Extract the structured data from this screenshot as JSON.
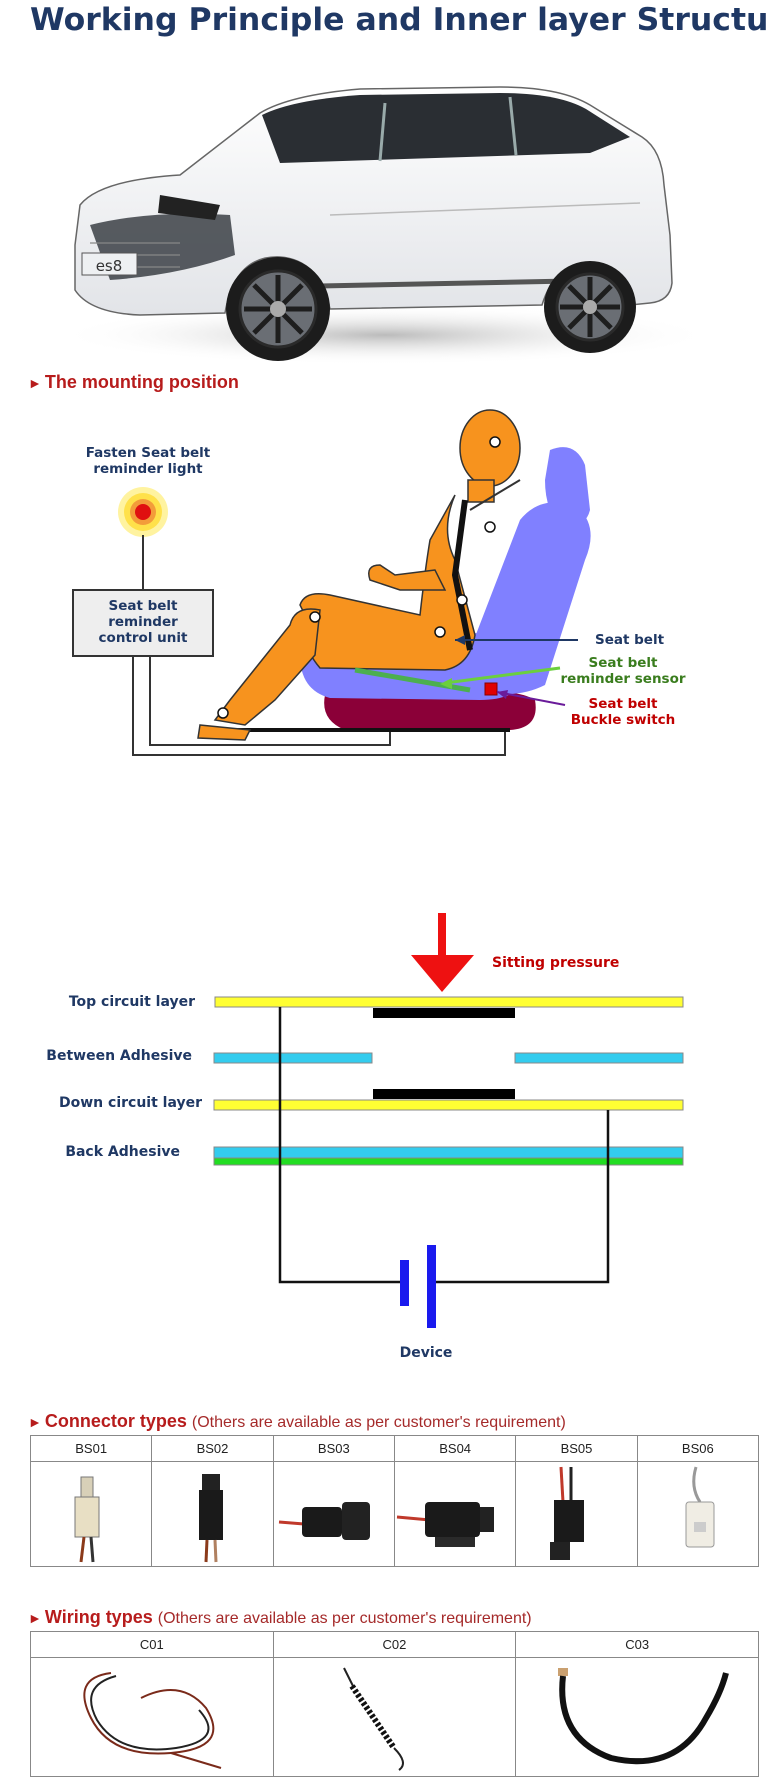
{
  "title": "Working Principle and Inner layer Structure",
  "car": {
    "plate": "es8"
  },
  "mounting": {
    "heading": "The mounting position",
    "light_label": [
      "Fasten Seat belt",
      "reminder  light"
    ],
    "control_unit_label": [
      "Seat belt",
      "reminder",
      "control unit"
    ],
    "seat_belt_label": "Seat belt",
    "sensor_label": [
      "Seat belt",
      "reminder sensor"
    ],
    "buckle_label": [
      "Seat belt",
      "Buckle switch"
    ],
    "colors": {
      "navy": "#1f3864",
      "green": "#3a7d1e",
      "red": "#c00000",
      "purple": "#6a1b9a",
      "seat": "#8080ff",
      "dummy": "#f7931e",
      "cushion": "#8b0038"
    }
  },
  "layers": {
    "pressure_label": "Sitting pressure",
    "top_label": "Top circuit layer",
    "between_label": "Between Adhesive",
    "down_label": "Down circuit layer",
    "back_label": "Back Adhesive",
    "device_label": "Device",
    "colors": {
      "yellow": "#ffff33",
      "cyan": "#33ccee",
      "green": "#22dd22",
      "arrow": "#ee1111",
      "battery": "#1a1aee"
    }
  },
  "connectors": {
    "heading": "Connector types",
    "note": "(Others are available as per customer's requirement)",
    "items": [
      "BS01",
      "BS02",
      "BS03",
      "BS04",
      "BS05",
      "BS06"
    ]
  },
  "wiring": {
    "heading": "Wiring types",
    "note": "(Others are available as per customer's requirement)",
    "items": [
      "C01",
      "C02",
      "C03"
    ]
  }
}
